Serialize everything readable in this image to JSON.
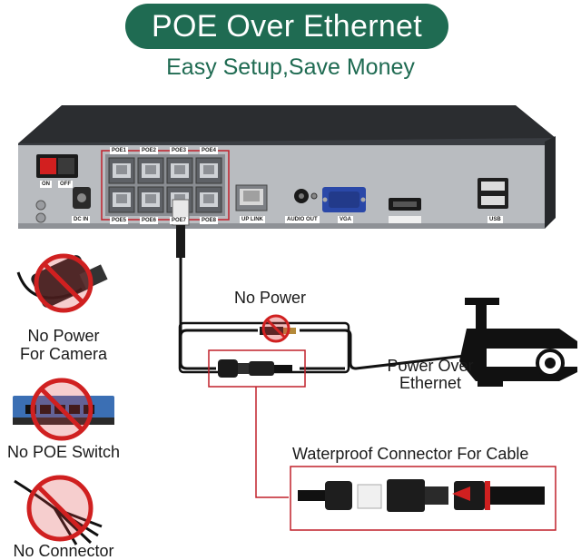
{
  "header": {
    "title": "POE Over Ethernet",
    "subtitle": "Easy Setup,Save Money"
  },
  "nvr": {
    "switch_on": "ON",
    "switch_off": "OFF",
    "dc_in": "DC IN",
    "poe_ports_top": [
      "POE1",
      "POE2",
      "POE3",
      "POE4"
    ],
    "poe_ports_bottom": [
      "POE5",
      "POE6",
      "POE7",
      "POE8"
    ],
    "uplink": "UP LINK",
    "audio_out": "AUDIO OUT",
    "vga": "VGA",
    "usb": "USB"
  },
  "left_items": [
    {
      "label_line1": "No Power",
      "label_line2": "For Camera",
      "icon": "power-adapter-icon"
    },
    {
      "label_line1": "No POE Switch",
      "label_line2": "",
      "icon": "network-switch-icon"
    },
    {
      "label_line1": "No Connector",
      "label_line2": "",
      "icon": "splitter-cable-icon"
    }
  ],
  "labels": {
    "no_power": "No Power",
    "poe_line1": "Power Over",
    "poe_line2": "Ethernet",
    "waterproof": "Waterproof Connector For Cable"
  },
  "colors": {
    "brand_green": "#1f6b52",
    "highlight_red": "#c0202a",
    "nvr_panel": "#b9bcc0",
    "nvr_top": "#2b2d30"
  }
}
